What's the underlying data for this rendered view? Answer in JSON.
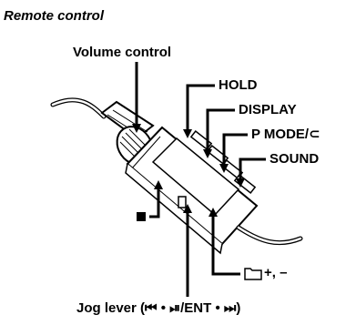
{
  "heading": "Remote control",
  "labels": {
    "volume_control": "Volume control",
    "hold": "HOLD",
    "display": "DISPLAY",
    "p_mode": "P MODE/⊂",
    "sound": "SOUND",
    "folder_plus_minus": "+, –",
    "jog_lever": "Jog lever (⏮ • ⏯/ENT • ⏭)"
  },
  "icons": {
    "stop": "stop-icon",
    "folder": "folder-icon"
  },
  "colors": {
    "line": "#000000",
    "body": "#ffffff"
  }
}
